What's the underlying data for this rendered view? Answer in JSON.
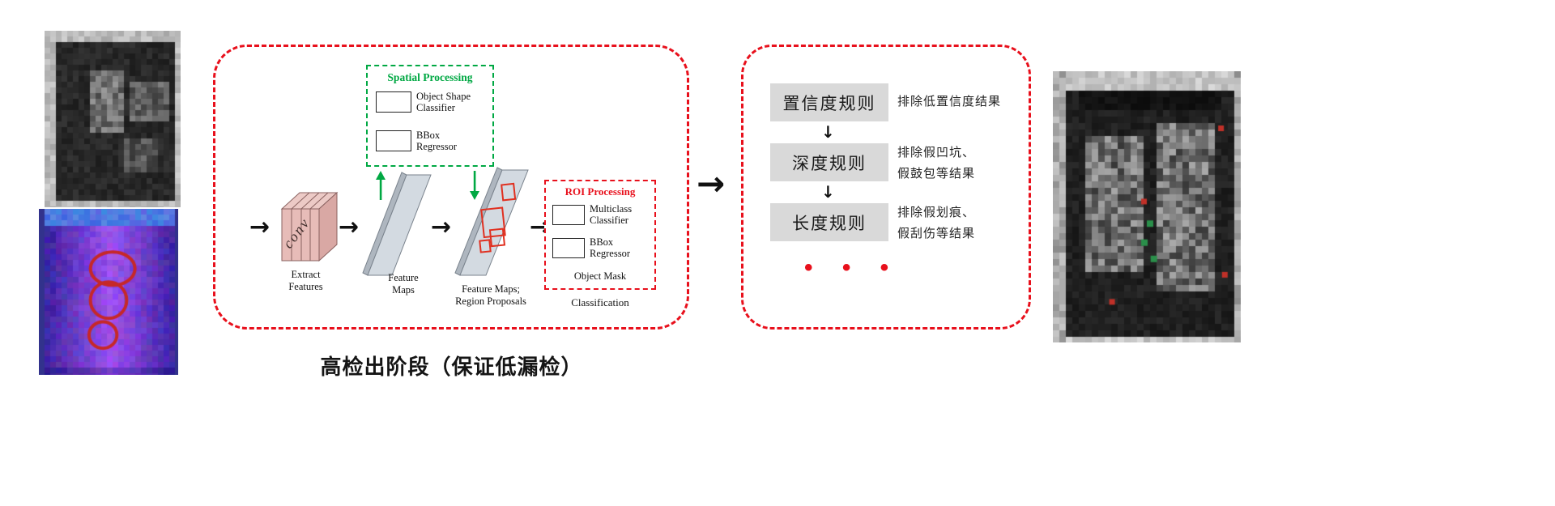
{
  "icons": {
    "arrow_right": "→",
    "arrow_down": "↓",
    "ellipsis": "• • •"
  },
  "colors": {
    "stage_border_red": "#e8101c",
    "spatial_green": "#00a843",
    "roi_red": "#e8101c",
    "rule_box_bg": "#d9d9d9",
    "annotation_red": "#c62828",
    "feature_map_fill": "#d3dae1",
    "conv_fill": "#e7bcb8"
  },
  "stage1": {
    "caption": "高检出阶段（保证低漏检）",
    "spatial": {
      "title": "Spatial Processing",
      "box1_line1": "Object Shape",
      "box1_line2": "Classifier",
      "box2_line1": "BBox",
      "box2_line2": "Regressor"
    },
    "conv": "conv",
    "extract_line1": "Extract",
    "extract_line2": "Features",
    "fmap_line1": "Feature",
    "fmap_line2": "Maps",
    "fmap_rp_line1": "Feature Maps;",
    "fmap_rp_line2": "Region Proposals",
    "roi": {
      "title": "ROI Processing",
      "box1_line1": "Multiclass",
      "box1_line2": "Classifier",
      "box2_line1": "BBox",
      "box2_line2": "Regressor",
      "object_mask": "Object Mask"
    },
    "classification": "Classification"
  },
  "stage2": {
    "rules": [
      {
        "name": "置信度规则",
        "note1": "排除低置信度结果",
        "note2": ""
      },
      {
        "name": "深度规则",
        "note1": "排除假凹坑、",
        "note2": "假鼓包等结果"
      },
      {
        "name": "长度规则",
        "note1": "排除假划痕、",
        "note2": "假刮伤等结果"
      }
    ]
  }
}
